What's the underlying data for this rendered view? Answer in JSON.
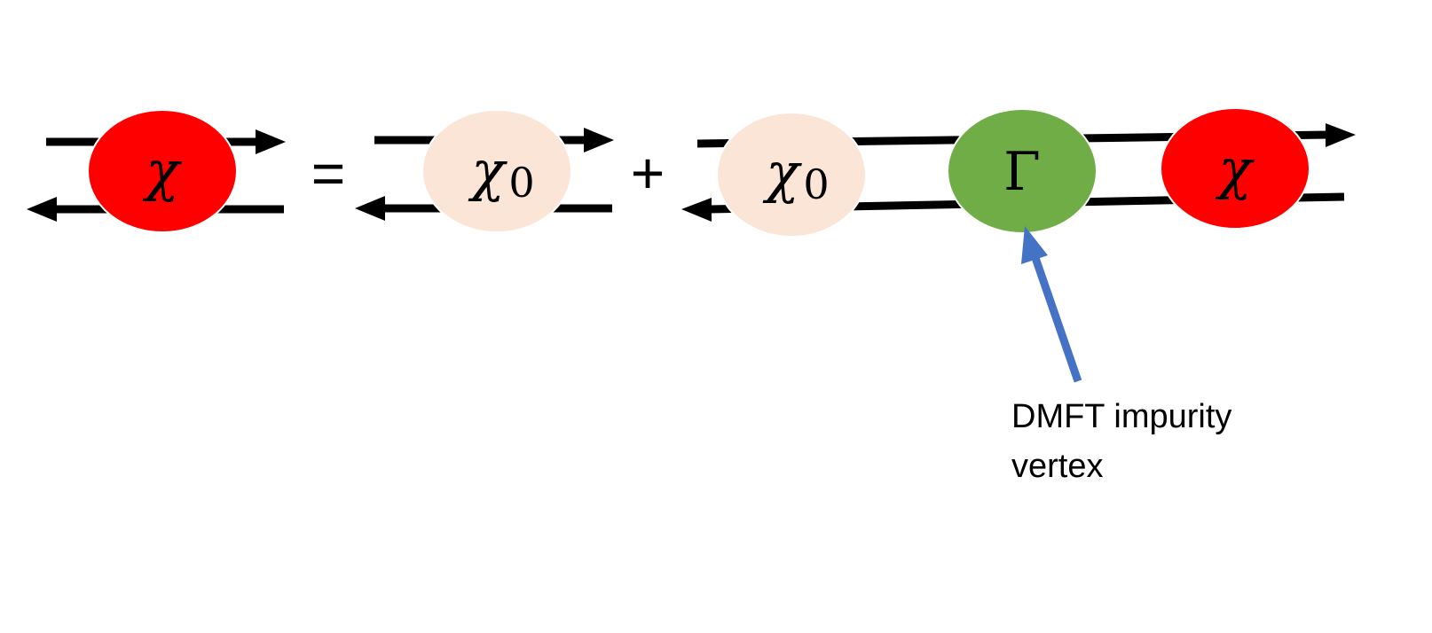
{
  "diagram": {
    "lhs": {
      "symbol": "χ",
      "color": "#ff0000"
    },
    "equals": "=",
    "term1": {
      "symbol": "χ",
      "subscript": "0",
      "color": "#fbe5d6"
    },
    "plus": "+",
    "term2": [
      {
        "symbol": "χ",
        "subscript": "0",
        "color": "#fbe5d6"
      },
      {
        "symbol": "Γ",
        "color": "#70ad47"
      },
      {
        "symbol": "χ",
        "color": "#ff0000"
      }
    ],
    "annotation": {
      "line1": "DMFT impurity",
      "line2": "vertex",
      "arrow_color": "#4472c4"
    }
  }
}
